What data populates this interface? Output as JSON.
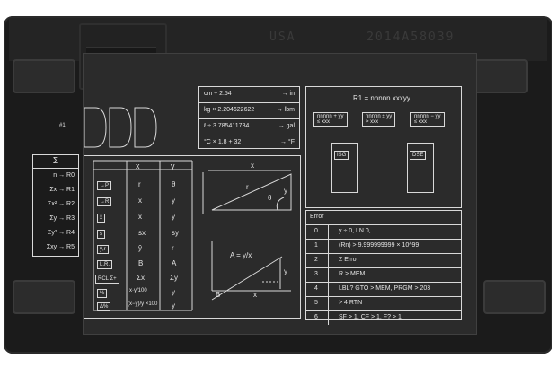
{
  "serial_text": "2014A58039",
  "model_text": "USA",
  "conversions": [
    {
      "expr": "cm ÷ 2.54",
      "unit": "in"
    },
    {
      "expr": "kg × 2.204622622",
      "unit": "lbm"
    },
    {
      "expr": "ℓ ÷ 3.785411784",
      "unit": "gal"
    },
    {
      "expr": "°C × 1.8 + 32",
      "unit": "°F"
    }
  ],
  "sigma_box": {
    "header": "Σ",
    "items": [
      "n → R0",
      "Σx → R1",
      "Σx² → R2",
      "Σy → R3",
      "Σy² → R4",
      "Σxy → R5"
    ]
  },
  "stats_table": {
    "col_x": "x",
    "col_y": "y",
    "rows": [
      {
        "key": "→P",
        "x": "r",
        "y": "θ"
      },
      {
        "key": "→R",
        "x": "x",
        "y": "y"
      },
      {
        "key": "x̄",
        "x": "x̄",
        "y": "ȳ"
      },
      {
        "key": "s",
        "x": "sx",
        "y": "sy"
      },
      {
        "key": "ŷ,r",
        "x": "ŷ",
        "y": "r"
      },
      {
        "key": "L.R.",
        "x": "B",
        "y": "A"
      },
      {
        "key": "RCL Σ+",
        "x": "Σx",
        "y": "Σy"
      },
      {
        "key": "%",
        "x": "x·y/100",
        "y": "y"
      },
      {
        "key": "Δ%",
        "x": "(x−y)/y ×100",
        "y": "y"
      }
    ],
    "triangle_x": "x",
    "triangle_r": "r",
    "triangle_y": "y",
    "triangle_theta": "θ",
    "regression_formula": "A = y/x",
    "regression_b": "B",
    "regression_x": "x",
    "regression_y": "y"
  },
  "loop_box": {
    "formula": "R1 = nnnnn.xxxyy",
    "col1_top": "nnnnn + yy",
    "col1_bottom": "≤ xxx",
    "col2_top": "nnnnn ± yy",
    "col2_bottom": "> xxx",
    "col3_top": "nnnnn − yy",
    "col3_bottom": "≤ xxx",
    "isg_label": "ISG",
    "dse_label": "DSE"
  },
  "error_table": {
    "header": "Error",
    "rows": [
      {
        "code": "0",
        "desc": "y ÷ 0,  LN 0,"
      },
      {
        "code": "1",
        "desc": "(Rn) > 9.999999999 × 10^99"
      },
      {
        "code": "2",
        "desc": "Σ Error"
      },
      {
        "code": "3",
        "desc": "R > MEM"
      },
      {
        "code": "4",
        "desc": "LBL? GTO > MEM, PRGM > 203"
      },
      {
        "code": "5",
        "desc": "> 4  RTN"
      },
      {
        "code": "6",
        "desc": "SF > 1, CF > 1, F? > 1"
      }
    ]
  },
  "tab_label": "#1"
}
